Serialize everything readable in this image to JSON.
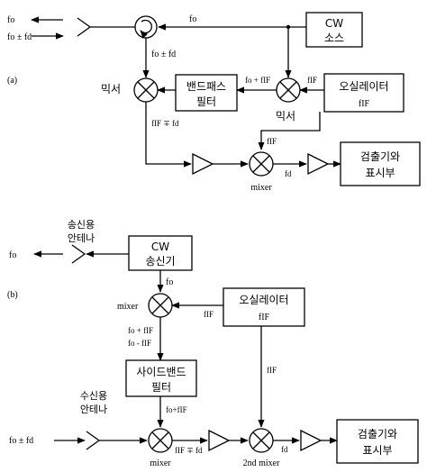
{
  "panel_a": {
    "tag": "(a)",
    "tx_signal_out": "fo",
    "rx_signal_in": "fo ± fd",
    "cw_source": [
      "CW",
      "소스"
    ],
    "oscillator": [
      "오실레이터",
      "fIF"
    ],
    "bandpass_filter": [
      "밴드패스",
      "필터"
    ],
    "detector_display": [
      "검출기와",
      "표시부"
    ],
    "mixer1_label": "믹서",
    "mixer2_label": "믹서",
    "mixer3_label": "mixer",
    "sig_top": "fo",
    "sig_circulator_down": "fo ± fd",
    "sig_mixer2_in": "fo + fIF",
    "sig_osc_out": "fIF",
    "sig_bpf_out": "fIF ∓ fd",
    "sig_osc_down": "fIF",
    "sig_doppler": "fd"
  },
  "panel_b": {
    "tag": "(b)",
    "tx_antenna": [
      "송신용",
      "안테나"
    ],
    "rx_antenna": [
      "수신용",
      "안테나"
    ],
    "tx_signal_out": "fo",
    "rx_signal_in": "fo ± fd",
    "cw_transmitter": [
      "CW",
      "송신기"
    ],
    "oscillator": [
      "오실레이터",
      "fIF"
    ],
    "sideband_filter": [
      "사이드밴드",
      "필터"
    ],
    "detector_display": [
      "검출기와",
      "표시부"
    ],
    "mixer_label": "mixer",
    "mixer2_label": "mixer",
    "mixer3_label": "2nd mixer",
    "sig_cw_down": "fo",
    "sig_osc_out": "fIF",
    "sig_mixer_out": [
      "fo + fIF",
      "fo - fIF"
    ],
    "sig_osc_down": "fIF",
    "sig_sbf_out": "fo+fIF",
    "sig_mixer2_out": "fIF ∓ fd",
    "sig_doppler": "fd"
  }
}
